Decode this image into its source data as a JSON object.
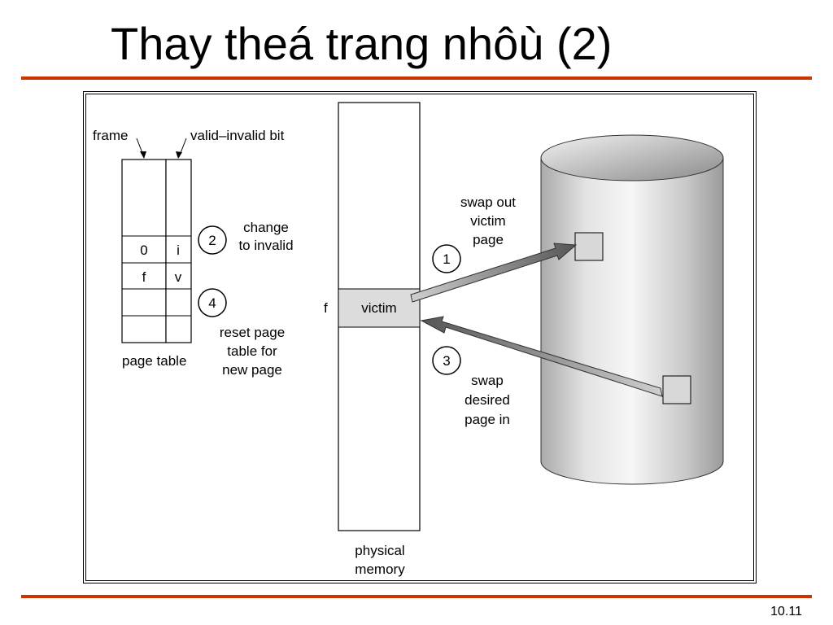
{
  "slide": {
    "title": "Thay theá trang nhôù (2)",
    "page_number": "10.11",
    "accent_color": "#cc3300"
  },
  "page_table": {
    "frame_label": "frame",
    "valid_invalid_label": "valid–invalid bit",
    "caption": "page table",
    "rows": [
      {
        "frame": "",
        "bit": ""
      },
      {
        "frame": "",
        "bit": ""
      },
      {
        "frame": "0",
        "bit": "i"
      },
      {
        "frame": "f",
        "bit": "v"
      },
      {
        "frame": "",
        "bit": ""
      },
      {
        "frame": "",
        "bit": ""
      }
    ]
  },
  "steps": [
    {
      "number": "1",
      "lines": [
        "swap out",
        "victim",
        "page"
      ]
    },
    {
      "number": "2",
      "lines": [
        "change",
        "to invalid"
      ]
    },
    {
      "number": "3",
      "lines": [
        "swap",
        "desired",
        "page in"
      ]
    },
    {
      "number": "4",
      "lines": [
        "reset page",
        "table for",
        "new page"
      ]
    }
  ],
  "physical_memory": {
    "frame_label": "f",
    "victim_label": "victim",
    "caption_lines": [
      "physical",
      "memory"
    ]
  },
  "disk": {
    "fill_color": "#d8d8d8"
  }
}
